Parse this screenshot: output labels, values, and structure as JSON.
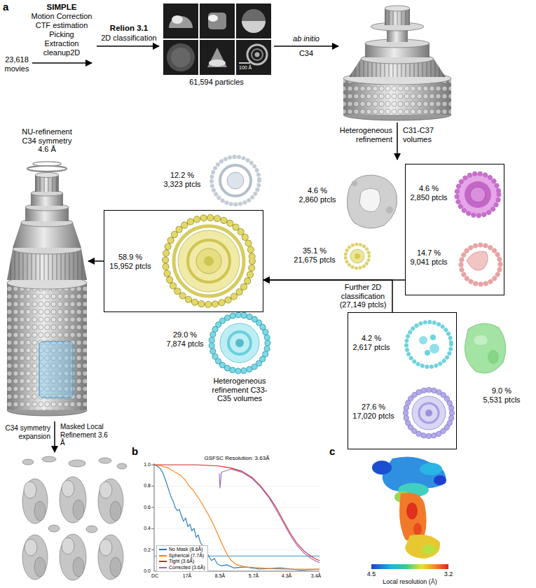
{
  "diagram": {
    "nodes": [
      {
        "text": [
          "NU-refinement C34 symmetry 4.6 Å"
        ]
      },
      {
        "text": [
          "4.6 % 2,850 ptcls",
          "14.7 % 9,041 ptcls"
        ]
      },
      {
        "text": [
          "58.9 % 15,952 ptcls"
        ]
      },
      {
        "text": [
          "4.2 % 2,617 ptcls",
          "27.6 % 17,020 ptcls"
        ]
      }
    ],
    "edges": [
      {
        "from": 1,
        "to": 2,
        "arrow": "to"
      },
      {
        "from": 3,
        "to": 2,
        "arrow": "to"
      },
      {
        "from": 2,
        "to": 0,
        "arrow": "to"
      }
    ],
    "labels": [
      "a",
      "SIMPLE",
      "Motion Correction",
      "CTF estimation",
      "Picking",
      "Extraction",
      "cleanup2D",
      "23,618 movies",
      "Relion 3.1",
      "2D classification",
      "100 Å",
      "61,594 particles",
      "ab initio",
      "C34",
      "Heterogeneous refinement",
      "C31-C37 volumes",
      "12.2 % 3,323 ptcls",
      "4.6 % 2,860 ptcls",
      "35.1 % 21,675 ptcls",
      "Further 2D classification (27,149 ptcls)",
      "29.0 % 7,874 ptcls",
      "Heterogeneous refinement C33-C35 volumes",
      "9.0 % 5,531 ptcls",
      "C34 symmetry expansion",
      "Masked Local Refinement 3.6 Å",
      "b",
      "GSFSC Resolution: 3.63Å",
      "1.0",
      "0.8",
      "0.6",
      "0.4",
      "0.2",
      "0.0",
      "DC",
      "17Å",
      "8.5Å",
      "5.7Å",
      "4.3Å",
      "3.4Å",
      "c",
      "4.5",
      "3.2",
      "Local resolution (Å)"
    ],
    "legend": [
      {
        "text": "No Mask (8.6Å)",
        "color": "#1f77b4"
      },
      {
        "text": "Spherical (7.7Å)",
        "color": "#ff7f0e"
      },
      {
        "text": "Tight (3.6Å)",
        "color": "#d62728"
      },
      {
        "text": "Corrected (3.6Å)",
        "color": "#9467bd"
      }
    ]
  }
}
